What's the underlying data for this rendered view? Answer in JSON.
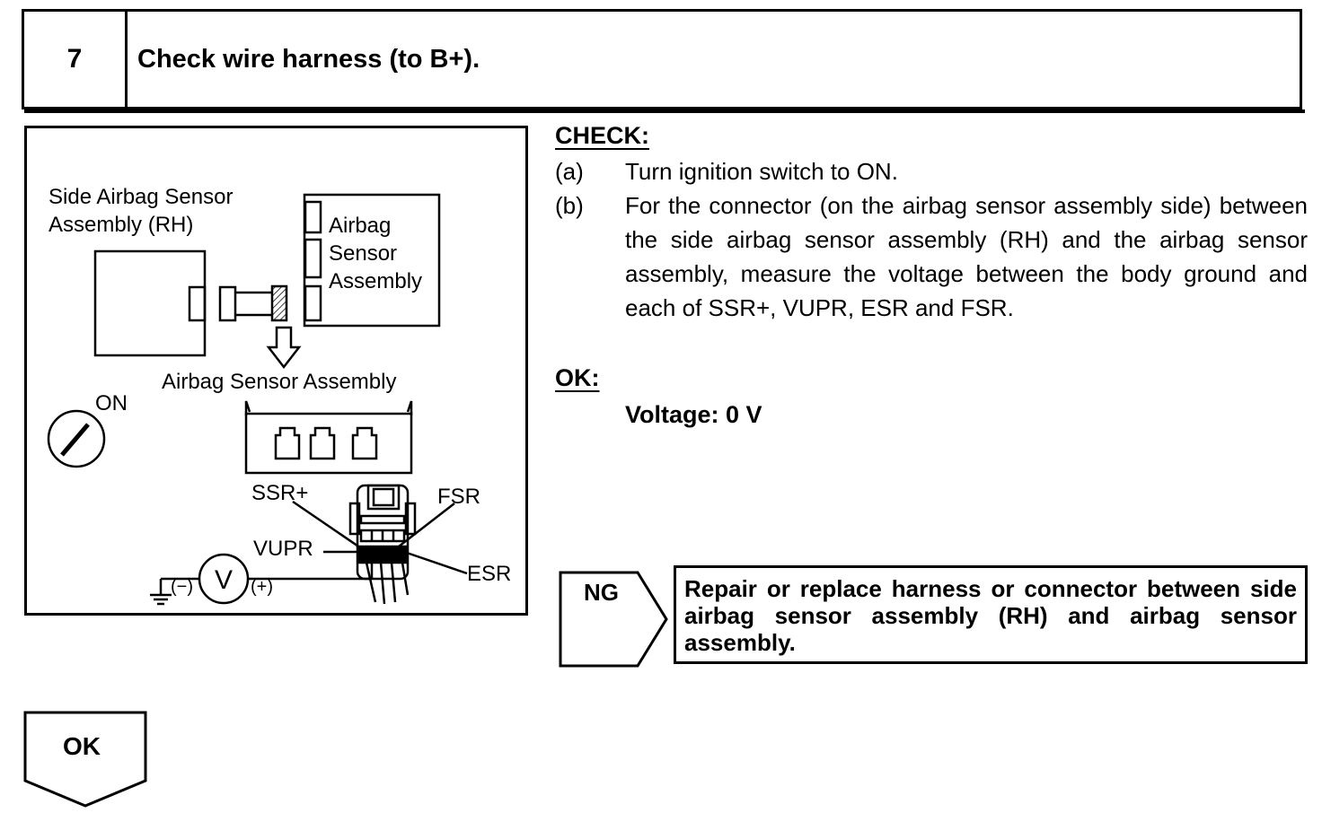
{
  "step": {
    "number": "7",
    "title": "Check wire harness (to B+)."
  },
  "figure": {
    "side_sensor_label_1": "Side Airbag Sensor",
    "side_sensor_label_2": "Assembly (RH)",
    "sensor_box_label_1": "Airbag",
    "sensor_box_label_2": "Sensor",
    "sensor_box_label_3": "Assembly",
    "connector_label": "Airbag Sensor Assembly",
    "on_label": "ON",
    "pin_ssr_plus": "SSR+",
    "pin_fsr": "FSR",
    "pin_vupr": "VUPR",
    "pin_esr": "ESR",
    "meter_minus": "(−)",
    "meter_plus": "(+)",
    "meter_symbol": "V"
  },
  "check": {
    "heading": "CHECK:",
    "steps": [
      {
        "letter": "(a)",
        "text": "Turn ignition switch to ON."
      },
      {
        "letter": "(b)",
        "text": "For the connector (on the airbag sensor assembly side) between the side airbag sensor assembly (RH) and the airbag sensor assembly, measure the voltage between the body ground and each of SSR+, VUPR, ESR and FSR."
      }
    ]
  },
  "ok": {
    "heading": "OK:",
    "spec": "Voltage: 0 V"
  },
  "ng": {
    "label": "NG",
    "action": "Repair or replace harness or connector between side airbag sensor assembly (RH) and airbag sensor assembly."
  },
  "ok_flow": {
    "label": "OK"
  }
}
